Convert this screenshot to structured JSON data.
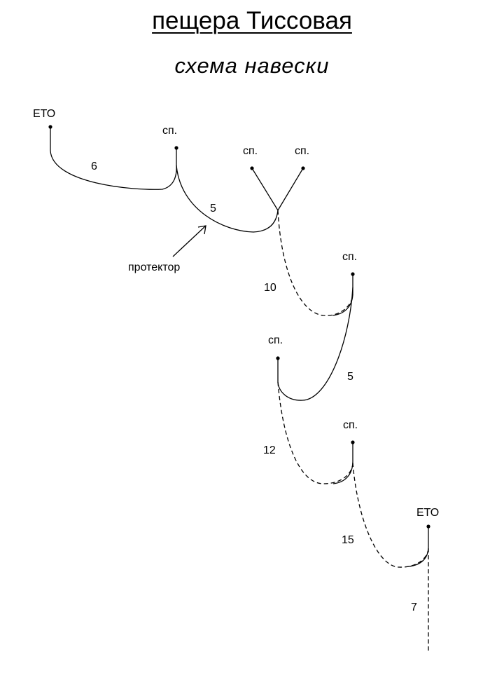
{
  "title": "пещера Тиссовая",
  "subtitle": "схема навески",
  "anchors": {
    "eto_top": "ЕТО",
    "sp1": "сп.",
    "sp_left": "сп.",
    "sp_right": "сп.",
    "sp2": "сп.",
    "sp3": "сп.",
    "sp4": "сп.",
    "eto_bottom": "ЕТО"
  },
  "lengths": {
    "seg1": "6",
    "seg2": "5",
    "seg3": "10",
    "seg4": "5",
    "seg5": "12",
    "seg6": "15",
    "seg7": "7"
  },
  "annotations": {
    "protector": "протектор"
  }
}
